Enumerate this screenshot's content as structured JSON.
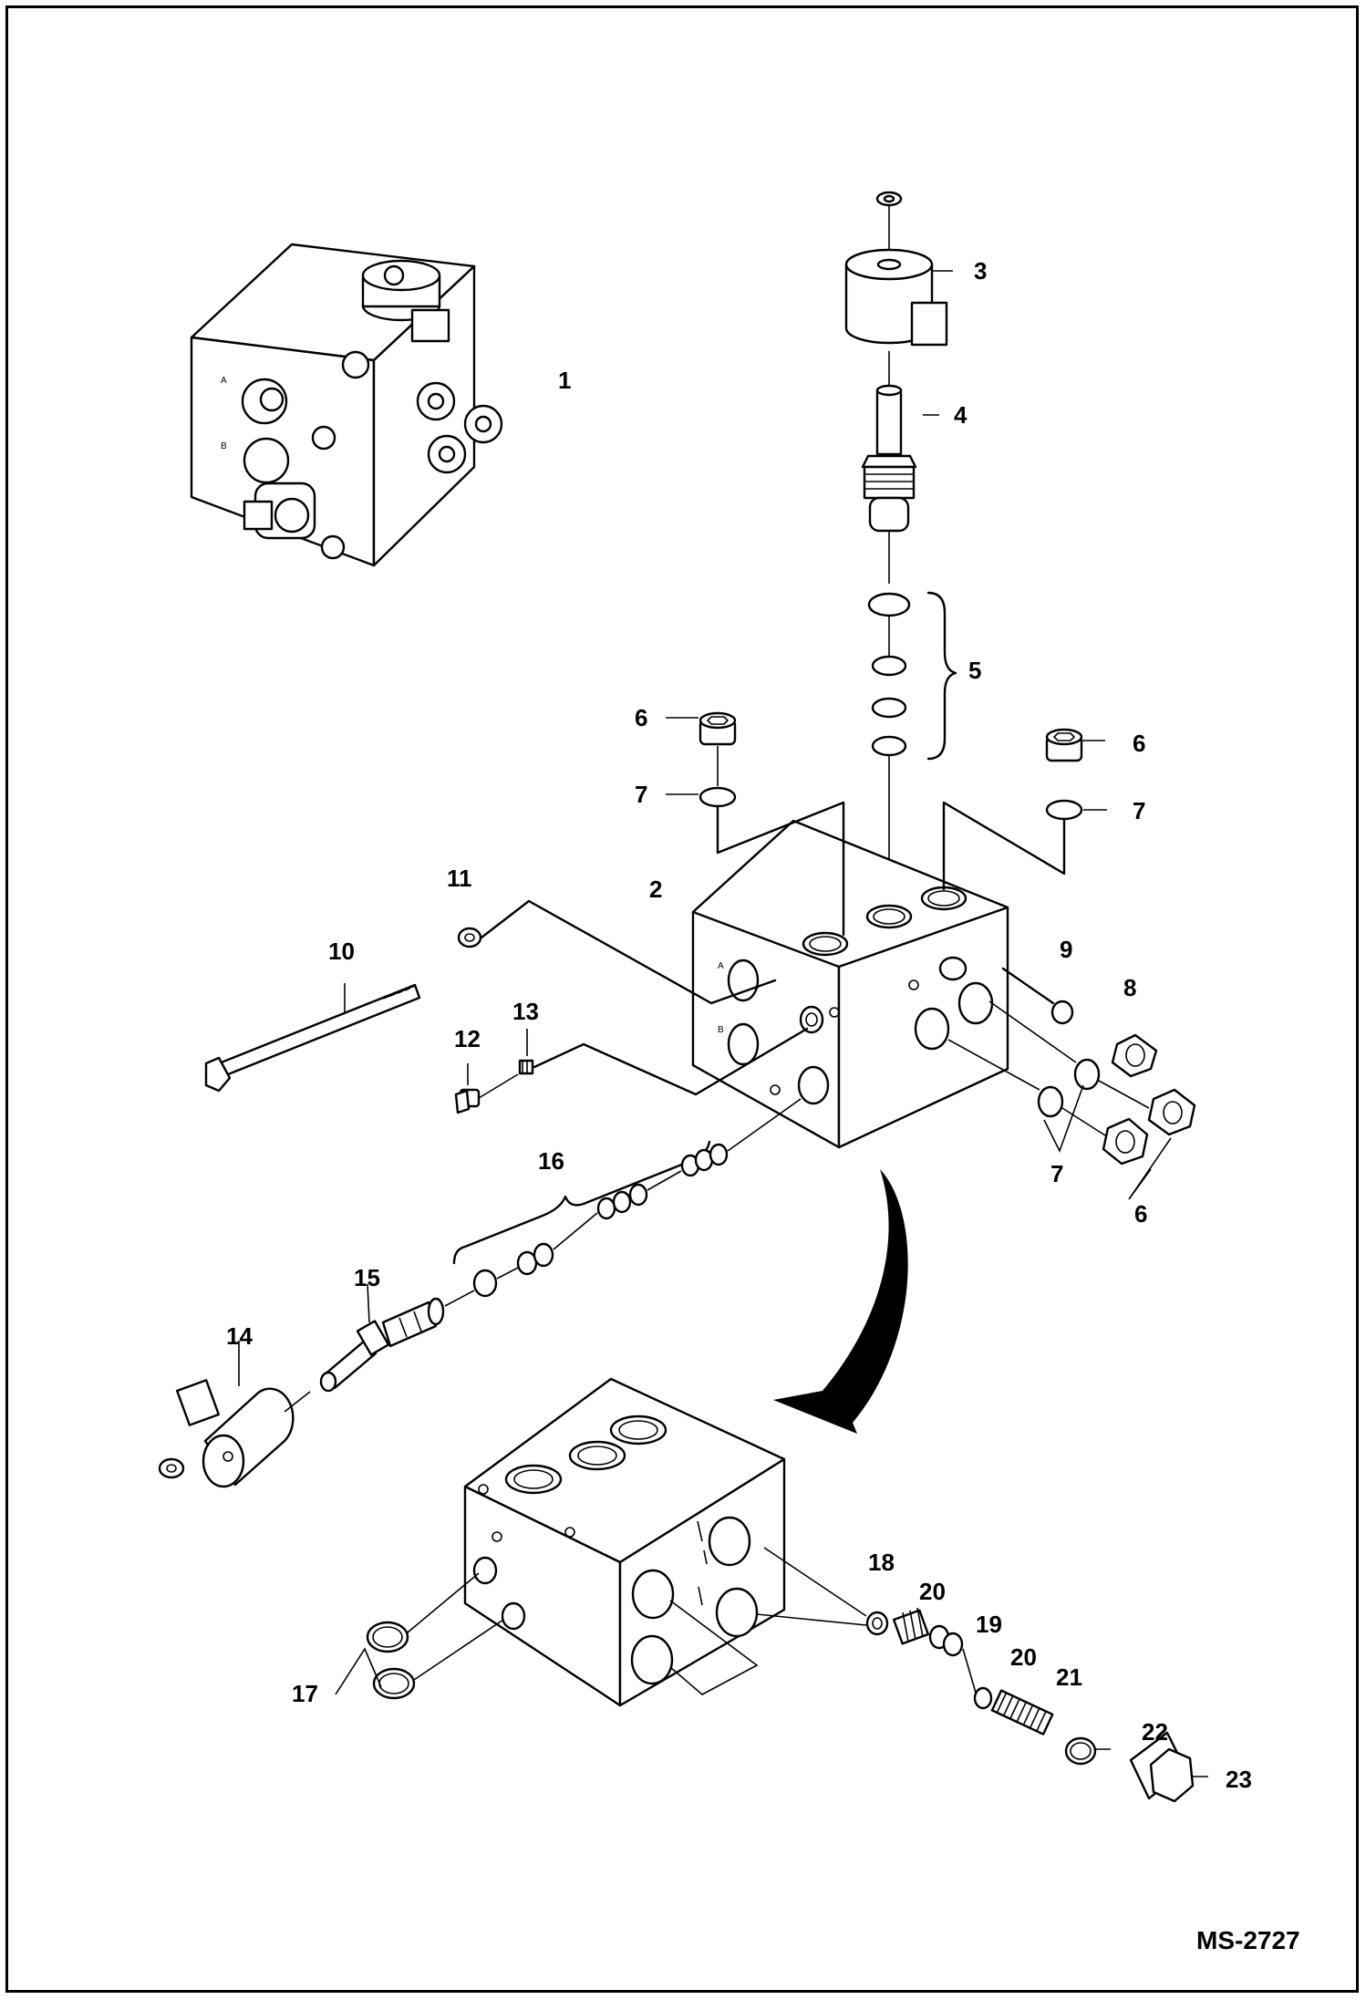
{
  "drawing_number": "MS-2727",
  "callouts": {
    "c1": "1",
    "c2": "2",
    "c3": "3",
    "c4": "4",
    "c5": "5",
    "c6a": "6",
    "c6b": "6",
    "c6c": "6",
    "c7a": "7",
    "c7b": "7",
    "c7c": "7",
    "c8": "8",
    "c9": "9",
    "c10": "10",
    "c11": "11",
    "c12": "12",
    "c13": "13",
    "c14": "14",
    "c15": "15",
    "c16": "16",
    "c17": "17",
    "c18": "18",
    "c19": "19",
    "c20a": "20",
    "c20b": "20",
    "c21": "21",
    "c22": "22",
    "c23": "23"
  },
  "port_labels": {
    "a_assembled": "A",
    "b_assembled": "B",
    "a_exploded": "A",
    "b_exploded": "B"
  }
}
